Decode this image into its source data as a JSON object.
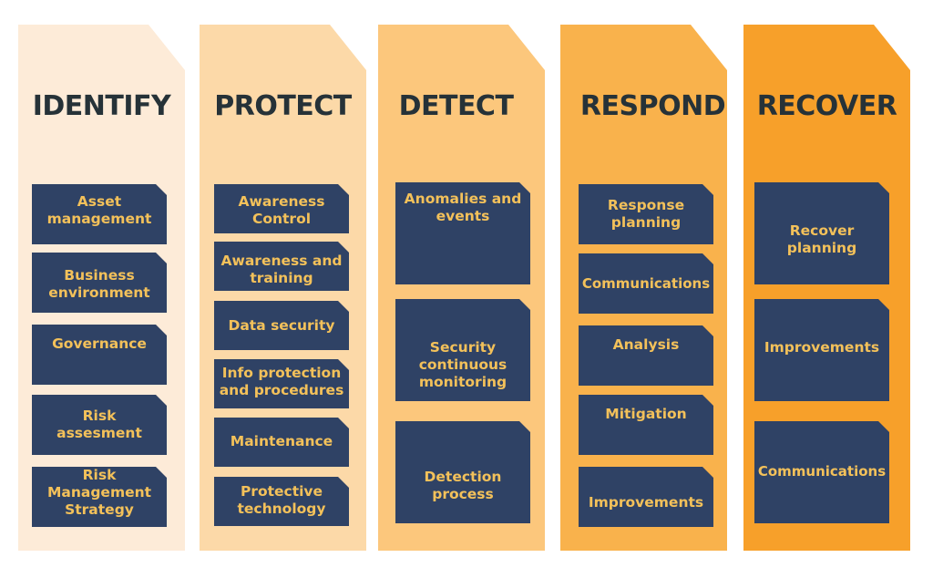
{
  "columns": [
    {
      "title": "IDENTIFY",
      "color": "#fdebd8",
      "items": [
        "Asset\nmanagement",
        "Business\nenvironment",
        "Governance",
        "Risk\nassesment",
        "Risk\nManagement\nStrategy"
      ]
    },
    {
      "title": "PROTECT",
      "color": "#fcd9a8",
      "items": [
        "Awareness\nControl",
        "Awareness and\ntraining",
        "Data security",
        "Info protection\nand procedures",
        "Maintenance",
        "Protective\ntechnology"
      ]
    },
    {
      "title": "DETECT",
      "color": "#fcc77c",
      "items": [
        "Anomalies and\nevents",
        "Security\ncontinuous\nmonitoring",
        "Detection\nprocess"
      ]
    },
    {
      "title": "RESPOND",
      "color": "#f9b24c",
      "items": [
        "Response\nplanning",
        "Communications",
        "Analysis",
        "Mitigation",
        "Improvements"
      ]
    },
    {
      "title": "RECOVER",
      "color": "#f7a02a",
      "items": [
        "Recover\nplanning",
        "Improvements",
        "Communications"
      ]
    }
  ]
}
